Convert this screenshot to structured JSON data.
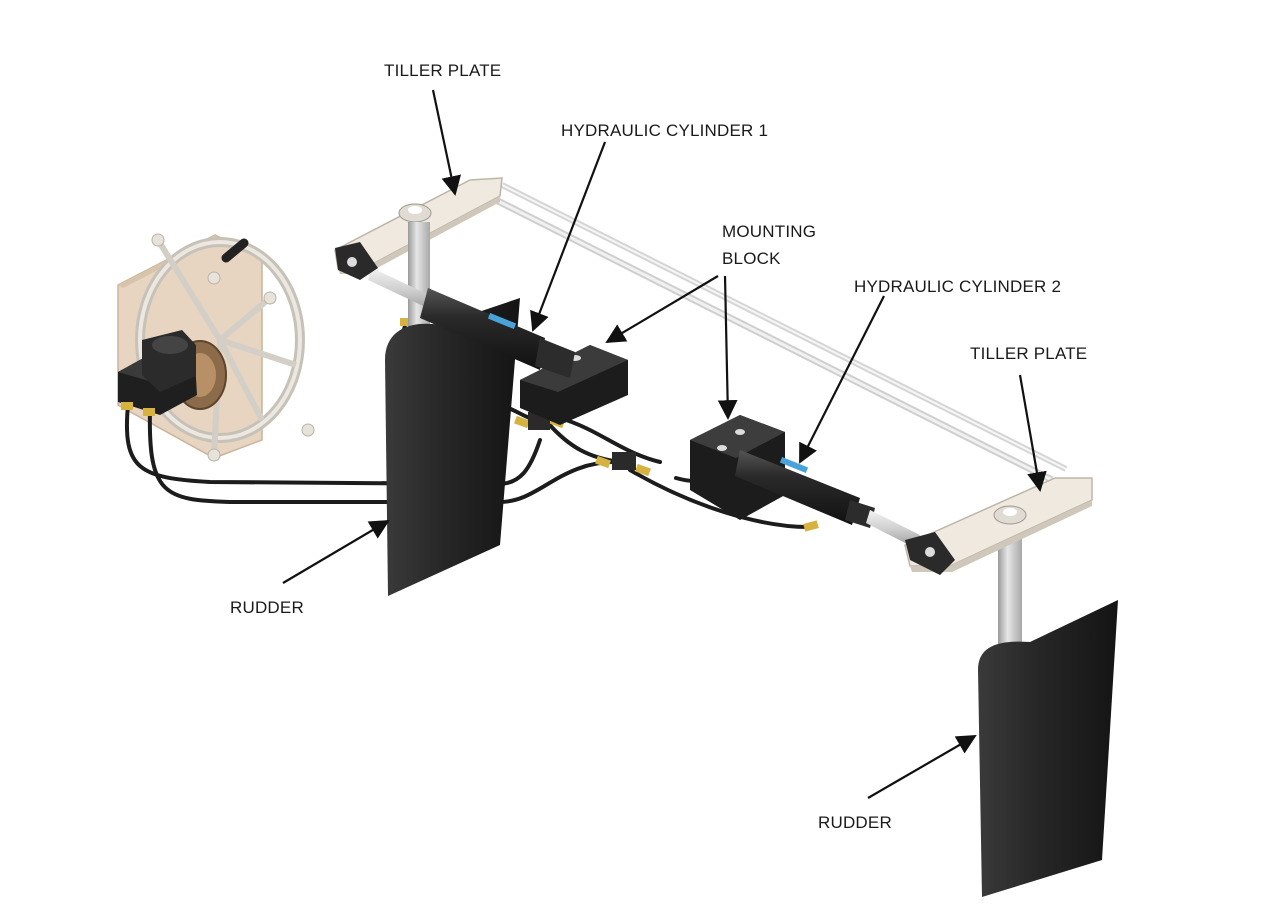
{
  "labels": {
    "tiller_plate_1": "TILLER PLATE",
    "hydraulic_cylinder_1": "HYDRAULIC CYLINDER 1",
    "mounting_block_line1": "MOUNTING",
    "mounting_block_line2": "BLOCK",
    "hydraulic_cylinder_2": "HYDRAULIC CYLINDER 2",
    "tiller_plate_2": "TILLER PLATE",
    "rudder_1": "RUDDER",
    "rudder_2": "RUDDER"
  }
}
